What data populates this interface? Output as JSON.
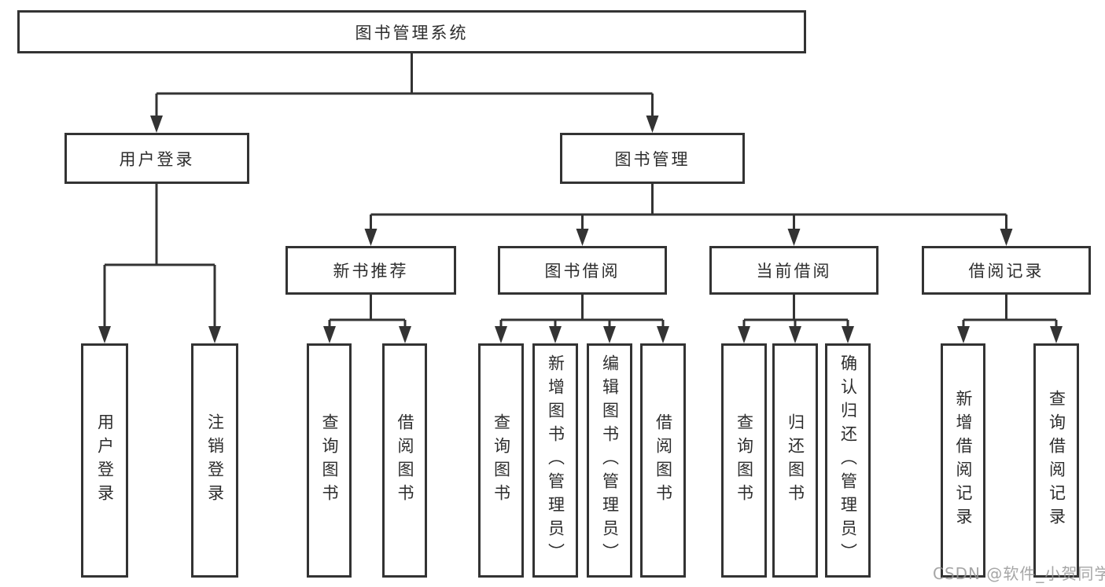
{
  "diagram": {
    "title": "图书管理系统",
    "level2": [
      {
        "label": "用户登录"
      },
      {
        "label": "图书管理"
      }
    ],
    "level3": [
      {
        "label": "新书推荐"
      },
      {
        "label": "图书借阅"
      },
      {
        "label": "当前借阅"
      },
      {
        "label": "借阅记录"
      }
    ],
    "leaves": {
      "user": [
        "用户登录",
        "注销登录"
      ],
      "recommend": [
        "查询图书",
        "借阅图书"
      ],
      "borrow": [
        "查询图书",
        "新增图书（管理员）",
        "编辑图书（管理员）",
        "借阅图书"
      ],
      "current": [
        "查询图书",
        "归还图书",
        "确认归还（管理员）"
      ],
      "records": [
        "新增借阅记录",
        "查询借阅记录"
      ]
    }
  },
  "watermark": "CSDN @软件_小贺同学",
  "colors": {
    "line": "#333333",
    "box_border": "#333333",
    "box_fill": "#ffffff",
    "text": "#2d2d2d",
    "watermark_text": "#969696",
    "background": "#ffffff"
  }
}
